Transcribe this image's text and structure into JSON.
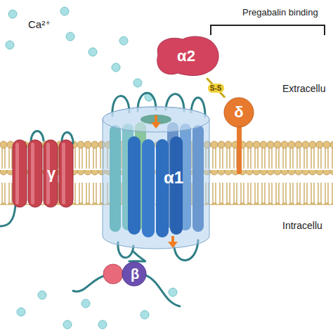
{
  "diagram": {
    "nodes": [
      {
        "text": [
          "α2"
        ]
      },
      {
        "text": [
          "δ"
        ]
      },
      {
        "text": [
          "γ"
        ]
      },
      {
        "text": [
          "α1"
        ]
      },
      {
        "text": [
          "β"
        ]
      }
    ],
    "edges": [
      {
        "from": 0,
        "to": 1,
        "arrow": "none",
        "label": "S-S"
      },
      {
        "from": 3,
        "to": 4,
        "arrow": "none"
      }
    ],
    "labels": [
      "Ca²⁺",
      "Pregabalin binding",
      "Extracellu",
      "Intracellu"
    ]
  }
}
